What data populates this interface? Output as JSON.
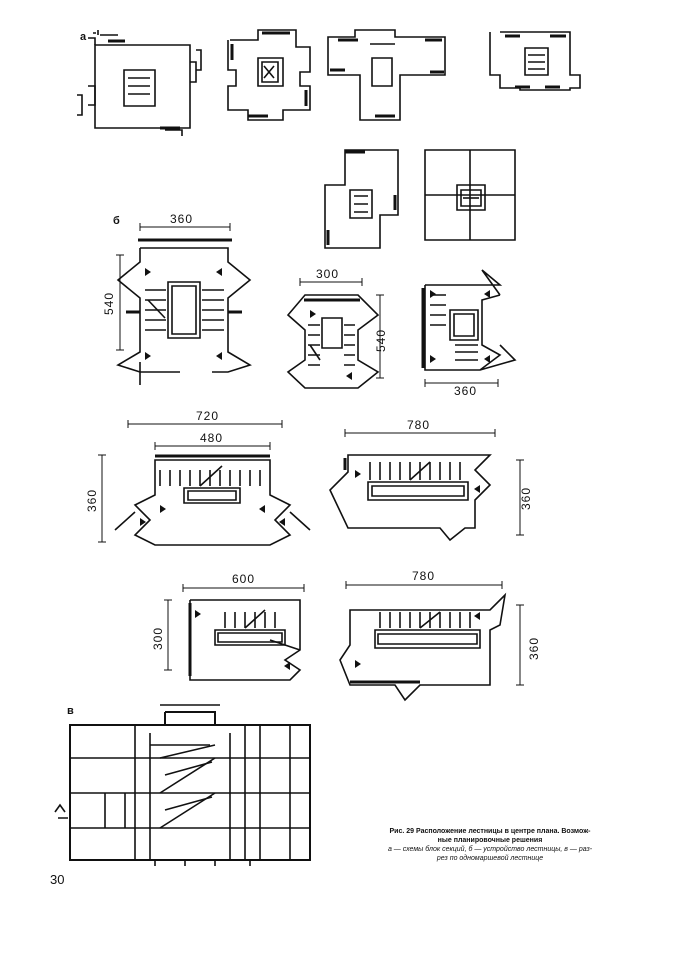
{
  "section_labels": {
    "a": "а",
    "b": "б",
    "v": "в"
  },
  "dimensions": {
    "b1_width": "360",
    "b1_height": "540",
    "b2_width": "300",
    "b2_height": "540",
    "b3_width": "360",
    "b4_outer": "720",
    "b4_inner": "480",
    "b4_height": "360",
    "b5_width": "780",
    "b5_height": "360",
    "b6_width": "600",
    "b6_height": "300",
    "b7_width": "780",
    "b7_height": "360"
  },
  "caption": {
    "line1": "Рис. 29 Расположение лестницы в центре плана. Возмож-",
    "line2": "ные планировочные решения",
    "line3": "а — схемы блок секций, б — устройство лестницы, в — раз-",
    "line4": "рез по одномаршевой лестнице"
  },
  "page_number": "30",
  "colors": {
    "ink": "#111111",
    "paper": "#ffffff"
  }
}
